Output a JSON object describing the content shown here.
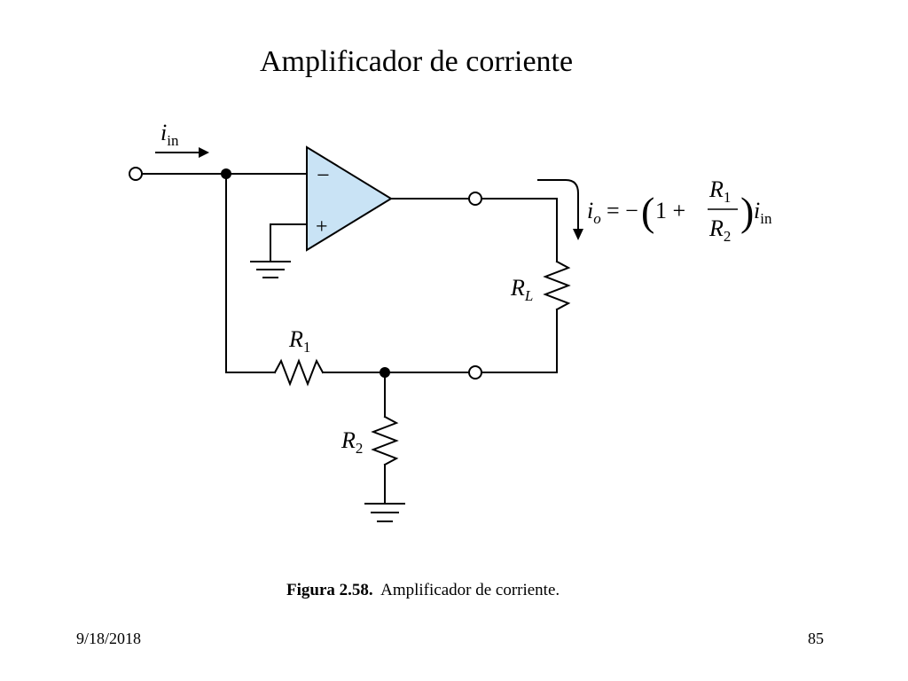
{
  "slide": {
    "title": "Amplificador de corriente",
    "date": "9/18/2018",
    "page_number": "85"
  },
  "figure": {
    "caption_label": "Figura 2.58.",
    "caption_text": "Amplificador de corriente.",
    "colors": {
      "opamp_fill": "#c9e3f5",
      "wire": "#000000"
    },
    "labels": {
      "input_current_symbol": "i",
      "input_current_subscript": "in",
      "opamp_minus": "−",
      "opamp_plus": "+",
      "r1_symbol": "R",
      "r1_subscript": "1",
      "r2_symbol": "R",
      "r2_subscript": "2",
      "rl_symbol": "R",
      "rl_subscript": "L",
      "output_current_symbol": "i",
      "output_current_subscript": "o"
    },
    "equation": {
      "lhs_symbol": "i",
      "lhs_subscript": "o",
      "equals_minus": "= −",
      "left_paren": "(",
      "one_plus": "1 +",
      "num_symbol": "R",
      "num_subscript": "1",
      "den_symbol": "R",
      "den_subscript": "2",
      "right_paren": ")",
      "rhs_symbol": "i",
      "rhs_subscript": "in"
    }
  }
}
